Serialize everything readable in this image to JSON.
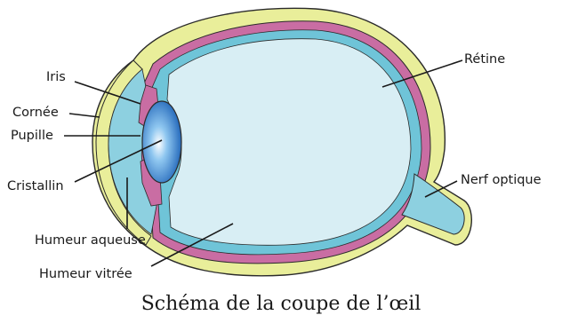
{
  "labels": {
    "iris": "Iris",
    "cornee": "Cornée",
    "pupille": "Pupille",
    "cristallin": "Cristallin",
    "humeur_aqueuse": "Humeur aqueuse",
    "humeur_vitree": "Humeur vitrée",
    "retine": "Rétine",
    "nerf_optique": "Nerf optique"
  },
  "caption": "Schéma de la coupe de l’œil",
  "colors": {
    "sclera": "#e9ee9a",
    "choroid": "#c96da3",
    "retina": "#6fc4d8",
    "aqueous": "#8dd0e0",
    "vitreous": "#d8eef4",
    "lens_light": "#ffffff",
    "lens_dark": "#1f64b8",
    "outline": "#2b2b2b"
  }
}
